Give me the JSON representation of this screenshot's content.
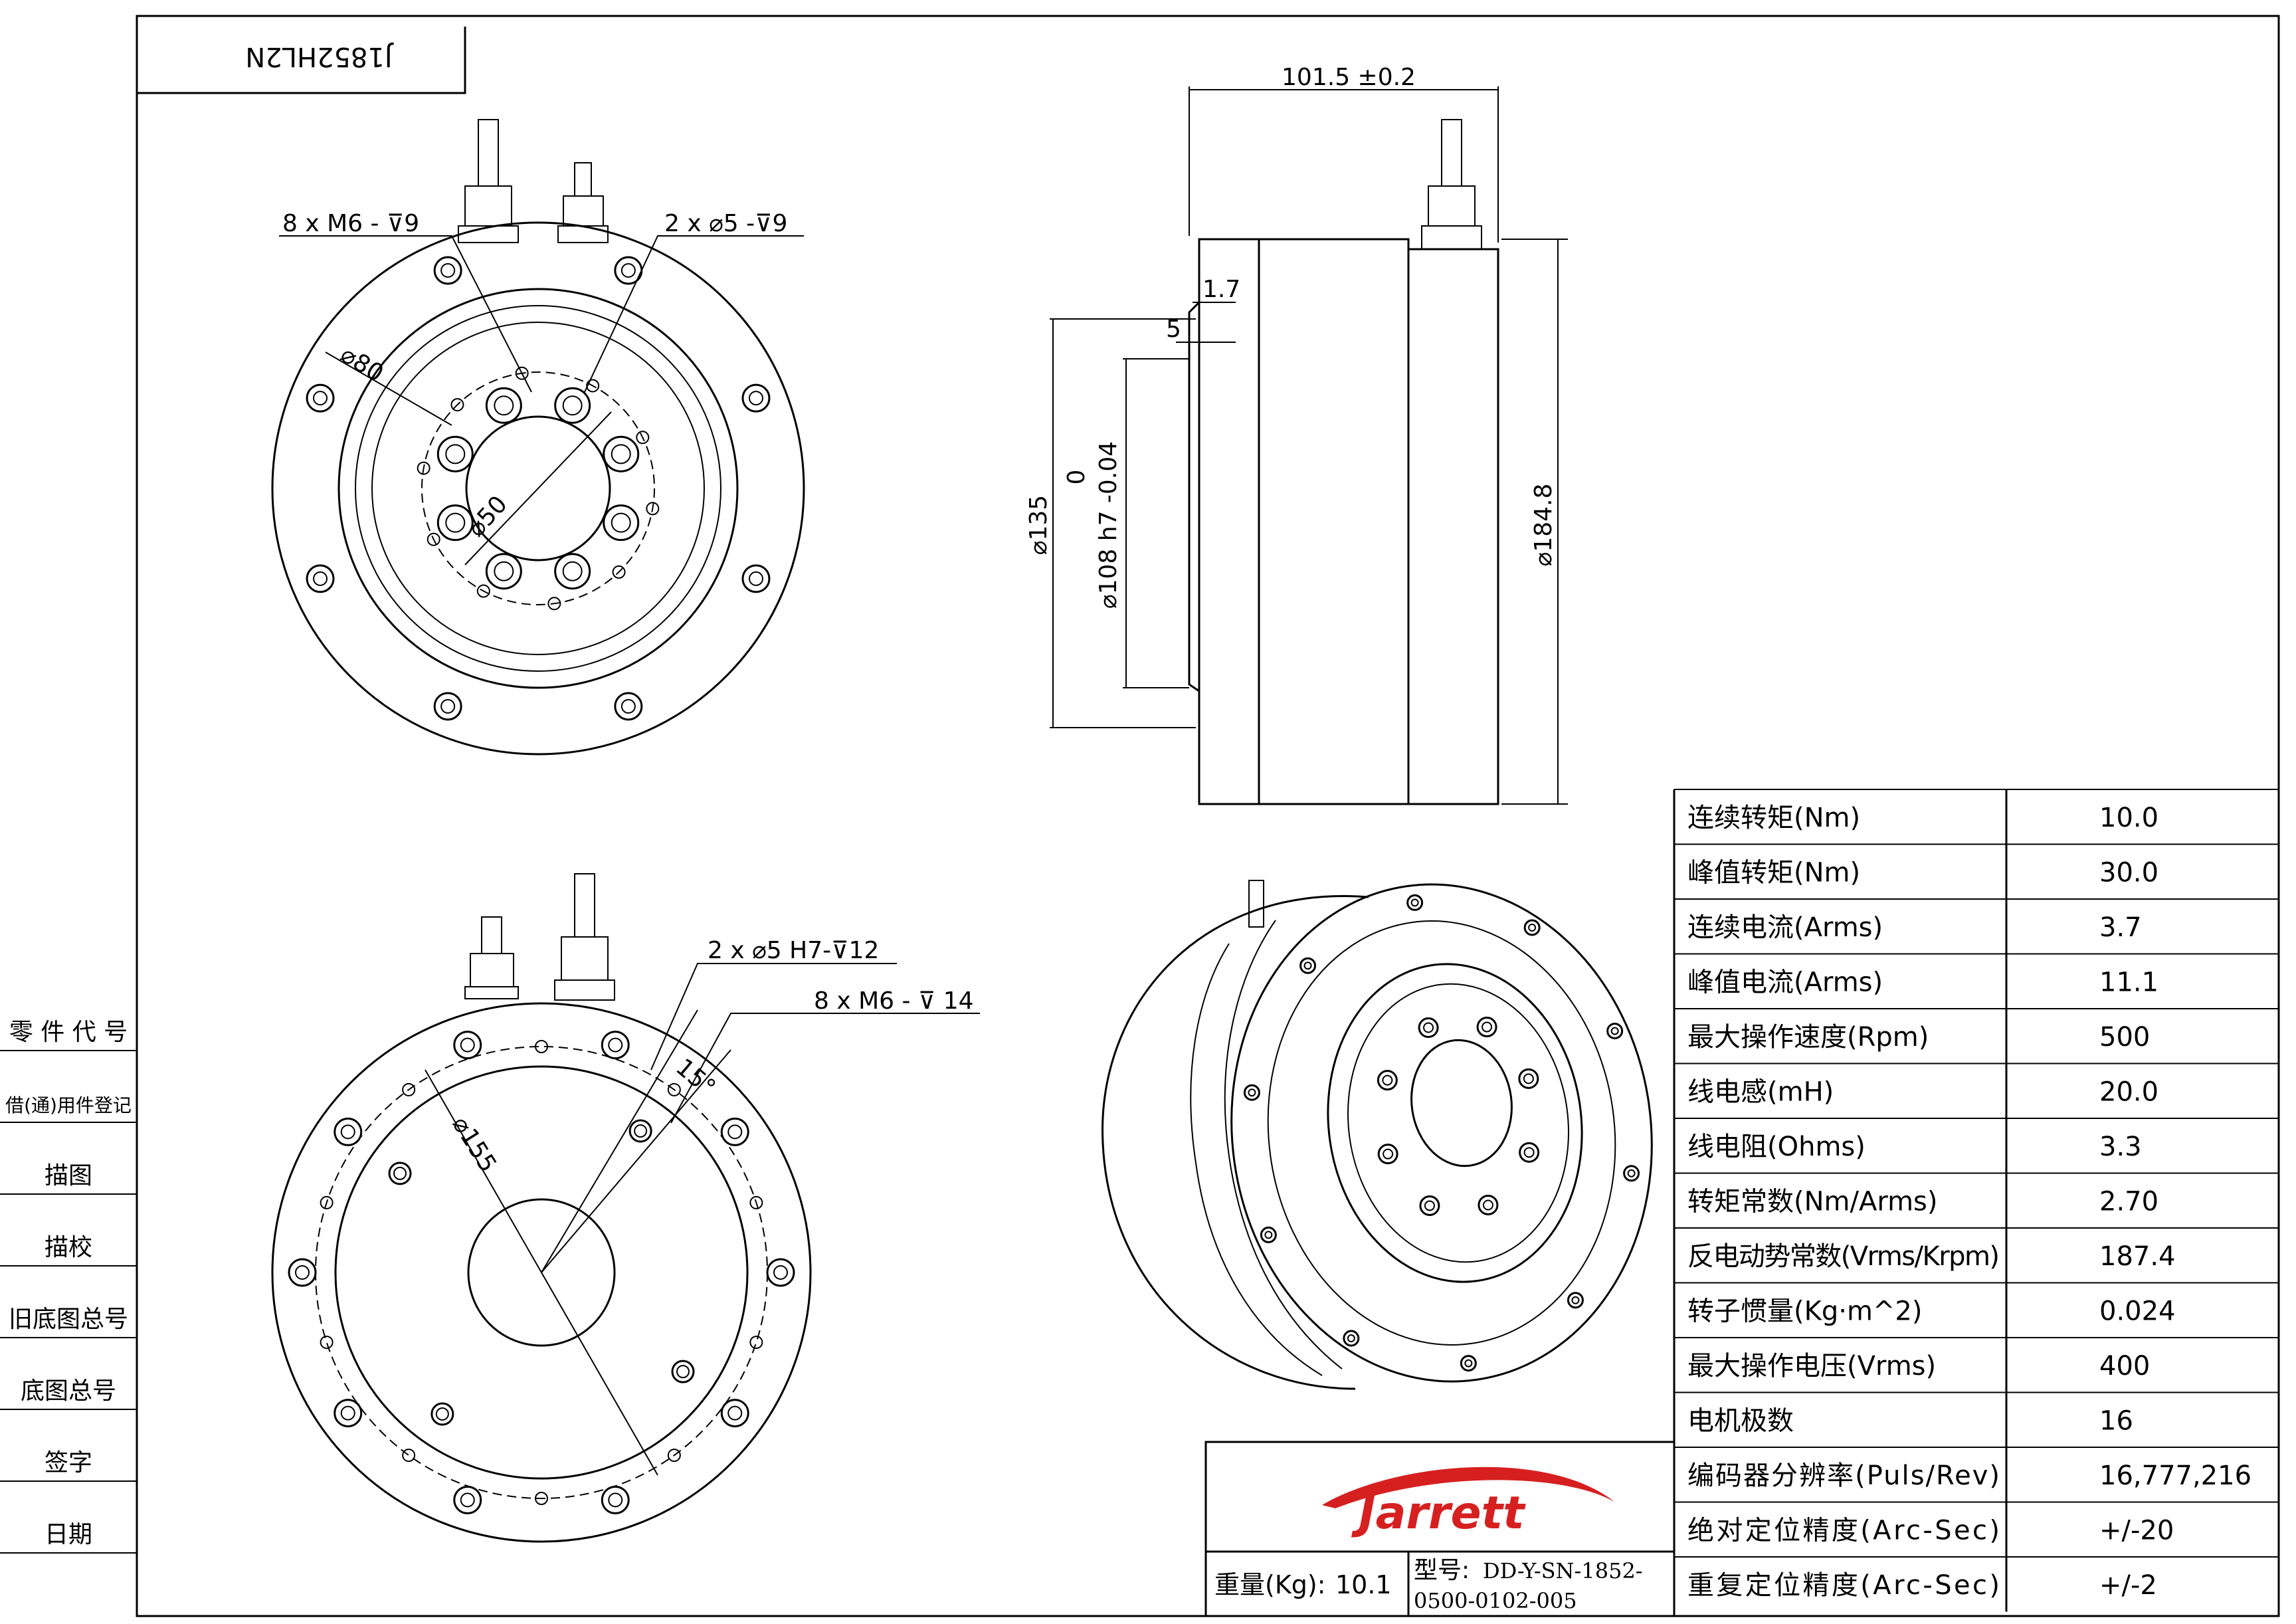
{
  "drawing_code": "J1852HL2N",
  "front_view": {
    "note_left": "8 x  M6 -",
    "note_left_depth": "9",
    "note_right": "2 x",
    "note_right_value": "5 -",
    "note_right_depth": "9",
    "dia_outer_ring": "80",
    "dia_inner": "50"
  },
  "side_view": {
    "length": "101.5 ±0.2",
    "step_a": "1.7",
    "step_b": "5",
    "dia_135": "135",
    "tol_upper": "0",
    "dia_108": "108 h7 -0.04",
    "dia_184": "184.8"
  },
  "rear_view": {
    "note_pin": "2 x",
    "note_pin_value": "5 H7-",
    "note_pin_depth": "12",
    "note_thread": "8 x  M6 -",
    "note_thread_depth": "14",
    "angle": "15°",
    "dia_155": "155"
  },
  "left_strip": [
    "零 件 代 号",
    "借(通)用件登记",
    "描图",
    "描校",
    "旧底图总号",
    "底图总号",
    "签字",
    "日期"
  ],
  "specs": [
    {
      "label": "连续转矩(Nm)",
      "value": "10.0"
    },
    {
      "label": "峰值转矩(Nm)",
      "value": "30.0"
    },
    {
      "label": "连续电流(Arms)",
      "value": "3.7"
    },
    {
      "label": "峰值电流(Arms)",
      "value": "11.1"
    },
    {
      "label": "最大操作速度(Rpm)",
      "value": "500"
    },
    {
      "label": "线电感(mH)",
      "value": "20.0"
    },
    {
      "label": "线电阻(Ohms)",
      "value": "3.3"
    },
    {
      "label": "转矩常数(Nm/Arms)",
      "value": "2.70"
    },
    {
      "label": "反电动势常数(Vrms/Krpm)",
      "value": "187.4"
    },
    {
      "label": "转子惯量(Kg·m^2)",
      "value": "0.024"
    },
    {
      "label": "最大操作电压(Vrms)",
      "value": "400"
    },
    {
      "label": "电机极数",
      "value": "16"
    },
    {
      "label": "编码器分辨率(Puls/Rev)",
      "value": "16,777,216"
    },
    {
      "label": "绝对定位精度(Arc-Sec)",
      "value": "+/-20"
    },
    {
      "label": "重复定位精度(Arc-Sec)",
      "value": "+/-2"
    }
  ],
  "title_block": {
    "logo": "Jarrett",
    "weight_label": "重量(Kg):",
    "weight_value": "10.1",
    "model_label": "型号:",
    "model_line1": "DD-Y-SN-1852-",
    "model_line2": "0500-0102-005"
  },
  "colors": {
    "logo_red": "#d62020",
    "line": "#000000"
  },
  "icons": {
    "depth_symbol": "depth-icon",
    "diameter_symbol": "diameter-icon"
  }
}
